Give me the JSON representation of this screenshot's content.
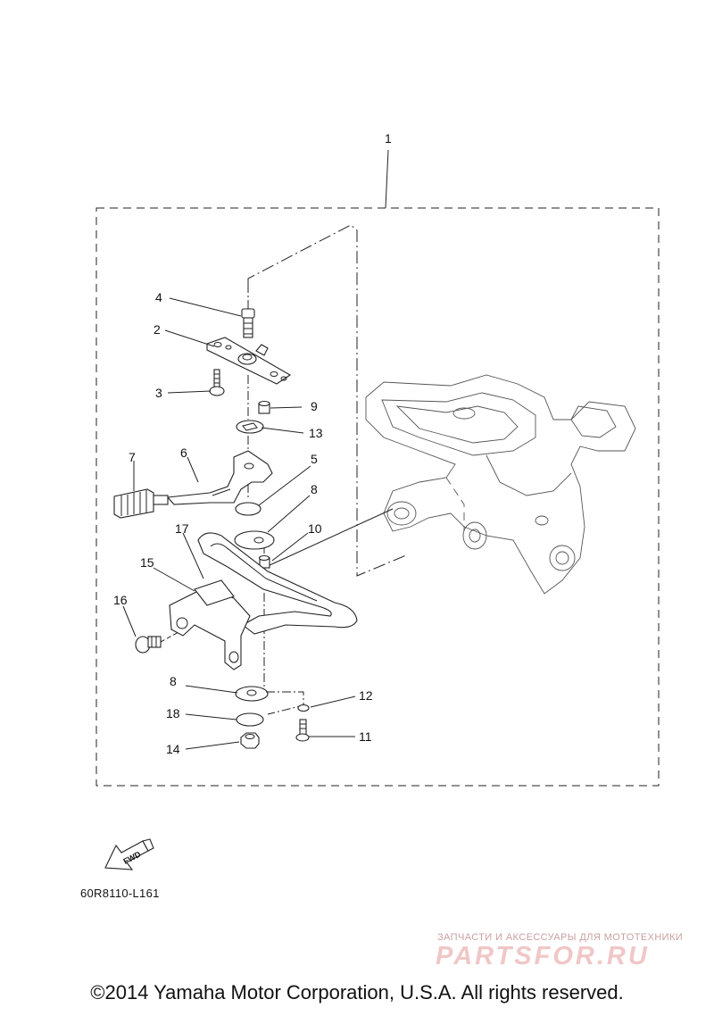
{
  "callouts": {
    "c1": "1",
    "c2": "2",
    "c3": "3",
    "c4": "4",
    "c5": "5",
    "c6": "6",
    "c7": "7",
    "c8a": "8",
    "c8b": "8",
    "c9": "9",
    "c10": "10",
    "c11": "11",
    "c12": "12",
    "c13": "13",
    "c14": "14",
    "c15": "15",
    "c16": "16",
    "c17": "17",
    "c18": "18"
  },
  "fwd_label": "FWD",
  "part_code": "60R8110-L161",
  "watermark": {
    "tagline": "ЗАПЧАСТИ И АКСЕССУАРЫ ДЛЯ МОТОТЕХНИКИ",
    "logo": "PARTSFOR.RU"
  },
  "copyright": "©2014 Yamaha Motor Corporation, U.S.A. All rights reserved."
}
